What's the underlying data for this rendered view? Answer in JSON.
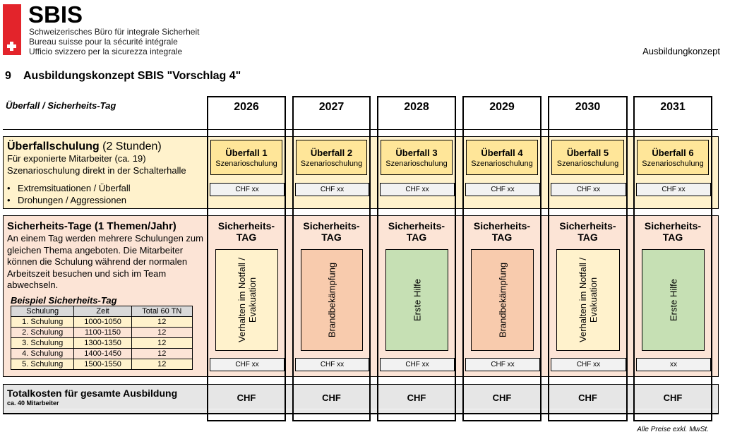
{
  "logo": {
    "name": "SBIS",
    "lines": [
      "Schweizerisches Büro für integrale Sicherheit",
      "Bureau suisse pour la sécurité intégrale",
      "Ufficio svizzero per la sicurezza integrale"
    ],
    "brand_color": "#e3242b"
  },
  "header": {
    "right_label": "Ausbildungkonzept"
  },
  "section": {
    "number": "9",
    "title": "Ausbildungskonzept SBIS \"Vorschlag 4\""
  },
  "subtitle": "Überfall / Sicherheits-Tag",
  "ueberfall": {
    "title_bold": "Überfallschulung",
    "title_normal": " (2 Stunden)",
    "lines": [
      "Für exponierte Mitarbeiter (ca. 19)",
      "Szenarioschulung direkt in der Schalterhalle"
    ],
    "bullets": [
      "Extremsituationen / Überfall",
      "Drohungen / Aggressionen"
    ]
  },
  "sicherheit": {
    "title": "Sicherheits-Tage (1 Themen/Jahr)",
    "text": "An einem Tag werden mehrere Schulungen zum gleichen Thema angeboten. Die Mitarbeiter können die Schulung während der normalen Arbeitszeit besuchen und sich im Team abwechseln.",
    "example_title": "Beispiel Sicherheits-Tag",
    "table": {
      "headers": [
        "Schulung",
        "Zeit",
        "Total 60 TN"
      ],
      "rows": [
        [
          "1. Schulung",
          "1000-1050",
          "12"
        ],
        [
          "2. Schulung",
          "1100-1150",
          "12"
        ],
        [
          "3. Schulung",
          "1300-1350",
          "12"
        ],
        [
          "4. Schulung",
          "1400-1450",
          "12"
        ],
        [
          "5. Schulung",
          "1500-1550",
          "12"
        ]
      ]
    }
  },
  "total": {
    "title": "Totalkosten für gesamte Ausbildung",
    "subtitle": "ca. 40 Mitarbeiter"
  },
  "footnote": "Alle Preise exkl. MwSt.",
  "colors": {
    "ueberfall_band": "#fff2cc",
    "ueberfall_box": "#ffe699",
    "sicherheit_band": "#fce4d6",
    "topic_yellow": "#fff2cc",
    "topic_orange": "#f8cbad",
    "topic_green": "#c6e0b4",
    "total_band": "#e6e6e6"
  },
  "years": [
    {
      "year": "2026",
      "ue_title": "Überfall 1",
      "ue_sub": "Szenarioschulung",
      "ue_cost": "CHF xx",
      "st_head1": "Sicherheits-",
      "st_head2": "TAG",
      "topic": "Verhalten im Notfall /\nEvakuation",
      "topic_color": "#fff2cc",
      "st_cost": "CHF xx",
      "total": "CHF"
    },
    {
      "year": "2027",
      "ue_title": "Überfall 2",
      "ue_sub": "Szenarioschulung",
      "ue_cost": "CHF xx",
      "st_head1": "Sicherheits-",
      "st_head2": "TAG",
      "topic": "Brandbekämpfung",
      "topic_color": "#f8cbad",
      "st_cost": "CHF xx",
      "total": "CHF"
    },
    {
      "year": "2028",
      "ue_title": "Überfall 3",
      "ue_sub": "Szenarioschulung",
      "ue_cost": "CHF xx",
      "st_head1": "Sicherheits-",
      "st_head2": "TAG",
      "topic": "Erste Hilfe",
      "topic_color": "#c6e0b4",
      "st_cost": "CHF xx",
      "total": "CHF"
    },
    {
      "year": "2029",
      "ue_title": "Überfall 4",
      "ue_sub": "Szenarioschulung",
      "ue_cost": "CHF xx",
      "st_head1": "Sicherheits-",
      "st_head2": "TAG",
      "topic": "Brandbekämpfung",
      "topic_color": "#f8cbad",
      "st_cost": "CHF xx",
      "total": "CHF"
    },
    {
      "year": "2030",
      "ue_title": "Überfall 5",
      "ue_sub": "Szenarioschulung",
      "ue_cost": "CHF xx",
      "st_head1": "Sicherheits-",
      "st_head2": "TAG",
      "topic": "Verhalten im Notfall /\nEvakuation",
      "topic_color": "#fff2cc",
      "st_cost": "CHF xx",
      "total": "CHF"
    },
    {
      "year": "2031",
      "ue_title": "Überfall 6",
      "ue_sub": "Szenarioschulung",
      "ue_cost": "CHF xx",
      "st_head1": "Sicherheits-",
      "st_head2": "TAG",
      "topic": "Erste Hilfe",
      "topic_color": "#c6e0b4",
      "st_cost": "xx",
      "total": "CHF"
    }
  ]
}
